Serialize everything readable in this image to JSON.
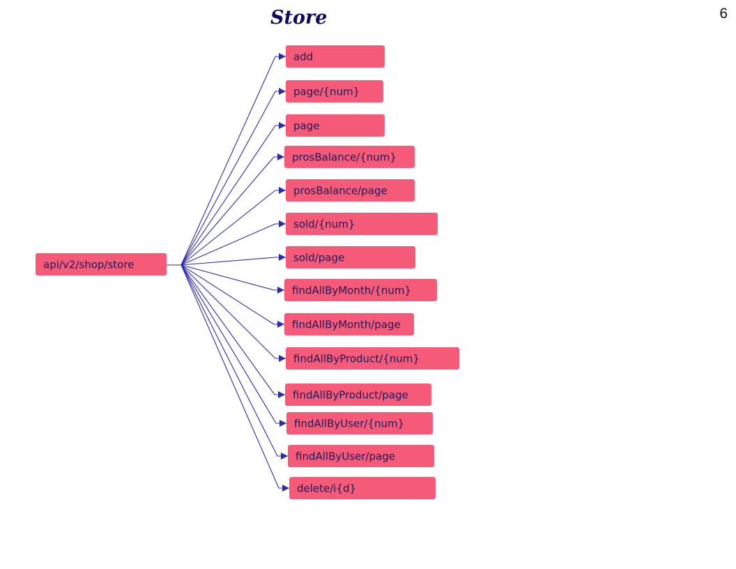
{
  "page": {
    "title": "Store",
    "number": "6"
  },
  "colors": {
    "node_fill": "#f55a78",
    "node_text": "#1a1a5c",
    "edge": "#2b2bb0",
    "title": "#0c0c5e"
  },
  "diagram": {
    "root": {
      "label": "api/v2/shop/store"
    },
    "endpoints": [
      {
        "label": "add"
      },
      {
        "label": "page/{num}"
      },
      {
        "label": "page"
      },
      {
        "label": "prosBalance/{num}"
      },
      {
        "label": "prosBalance/page"
      },
      {
        "label": "sold/{num}"
      },
      {
        "label": "sold/page"
      },
      {
        "label": "findAllByMonth/{num}"
      },
      {
        "label": "findAllByMonth/page"
      },
      {
        "label": "findAllByProduct/{num}"
      },
      {
        "label": "findAllByProduct/page"
      },
      {
        "label": "findAllByUser/{num}"
      },
      {
        "label": "findAllByUser/page"
      },
      {
        "label": "delete/i{d}"
      }
    ]
  }
}
